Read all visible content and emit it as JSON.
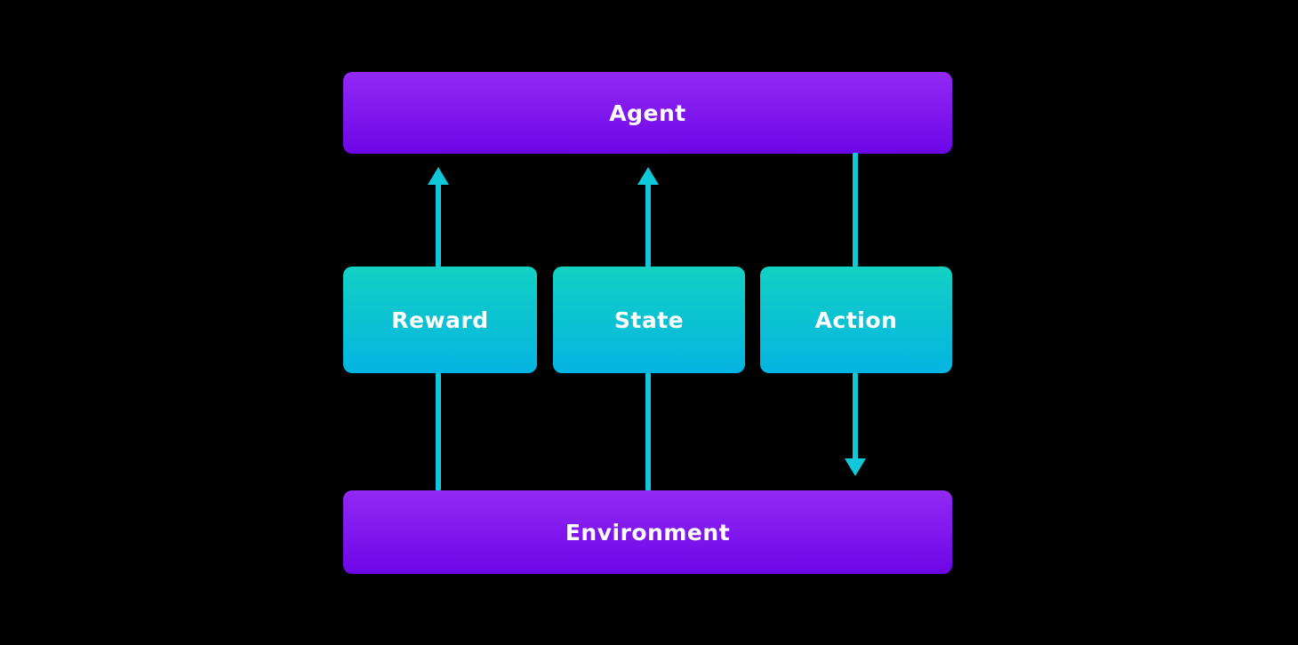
{
  "diagram": {
    "description": "Reinforcement learning loop diagram",
    "nodes": {
      "agent": {
        "label": "Agent",
        "style": "purple"
      },
      "reward": {
        "label": "Reward",
        "style": "teal"
      },
      "state": {
        "label": "State",
        "style": "teal"
      },
      "action": {
        "label": "Action",
        "style": "teal"
      },
      "environment": {
        "label": "Environment",
        "style": "purple"
      }
    },
    "edges": [
      {
        "from": "reward",
        "to": "agent",
        "arrowhead": "up"
      },
      {
        "from": "state",
        "to": "agent",
        "arrowhead": "up"
      },
      {
        "from": "agent",
        "to": "action",
        "arrowhead": "none"
      },
      {
        "from": "action",
        "to": "environment",
        "arrowhead": "down"
      },
      {
        "from": "environment",
        "to": "reward",
        "arrowhead": "none"
      },
      {
        "from": "environment",
        "to": "state",
        "arrowhead": "none"
      }
    ]
  },
  "colors": {
    "background": "#000000",
    "purple_gradient_top": "#9329f5",
    "purple_gradient_bottom": "#6c06e6",
    "teal_gradient_top": "#12d1c3",
    "teal_gradient_bottom": "#05b4e2",
    "connector": "#11c7da",
    "label_text": "#ffffff"
  }
}
